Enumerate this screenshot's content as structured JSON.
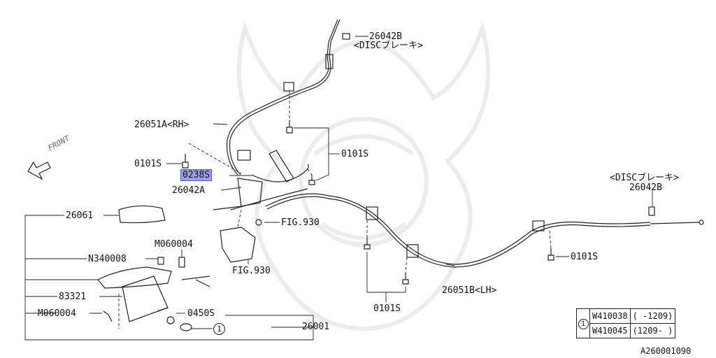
{
  "parts": {
    "p26042b_top": "26042B",
    "disc_top": "<DISCブレーキ>",
    "p26051a": "26051A<RH>",
    "p0101s_a": "0101S",
    "p0101s_b": "0101S",
    "p0238s": "0238S",
    "p26042a": "26042A",
    "p26061": "26061",
    "fig930_a": "FIG.930",
    "fig930_b": "FIG.930",
    "m060004_a": "M060004",
    "n340008": "N340008",
    "p83321": "83321",
    "m060004_b": "M060004",
    "p0450s": "0450S",
    "circle_ref": "1",
    "p26001": "26001",
    "p0101s_c": "0101S",
    "p26051b": "26051B<LH>",
    "disc_right": "<DISCブレーキ>",
    "p26042b_right": "26042B",
    "p0101s_d": "0101S"
  },
  "front_label": "FRONT",
  "ref_table": {
    "marker": "1",
    "rows": [
      {
        "part": "W410038",
        "range": "( -1209)"
      },
      {
        "part": "W410045",
        "range": "(1209- )"
      }
    ]
  },
  "diagram_id": "A260001090",
  "colors": {
    "highlight": "#9aa0e6",
    "line": "#222222",
    "watermark": "#eeeeee"
  }
}
